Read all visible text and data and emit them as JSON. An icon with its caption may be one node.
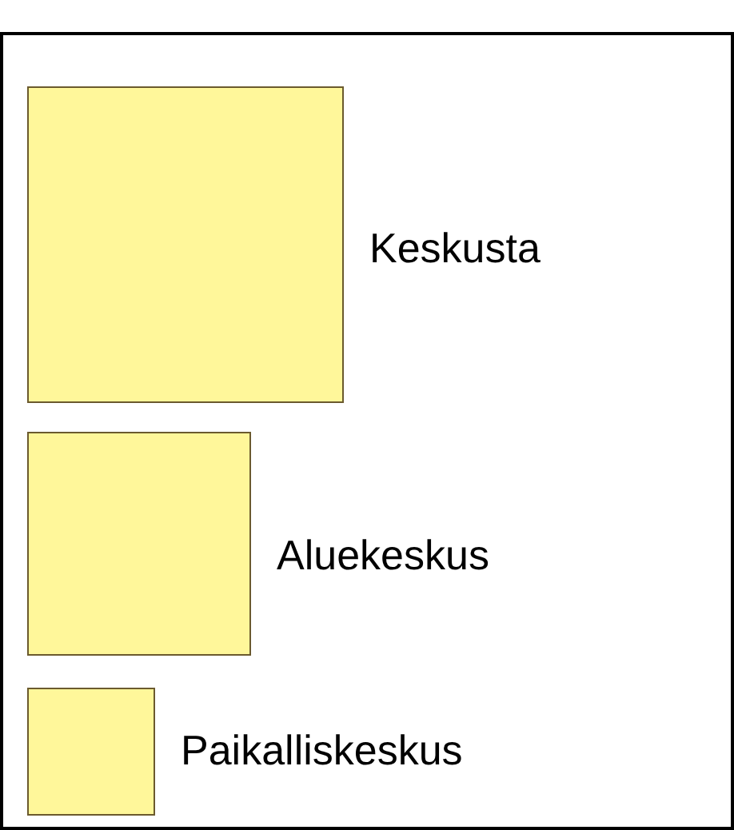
{
  "diagram": {
    "legend": [
      {
        "text": "Keskusta",
        "color": "#fff79a"
      },
      {
        "text": "Aluekeskus",
        "color": "#fff79a"
      },
      {
        "text": "Paikalliskeskus",
        "color": "#fff79a"
      }
    ]
  }
}
